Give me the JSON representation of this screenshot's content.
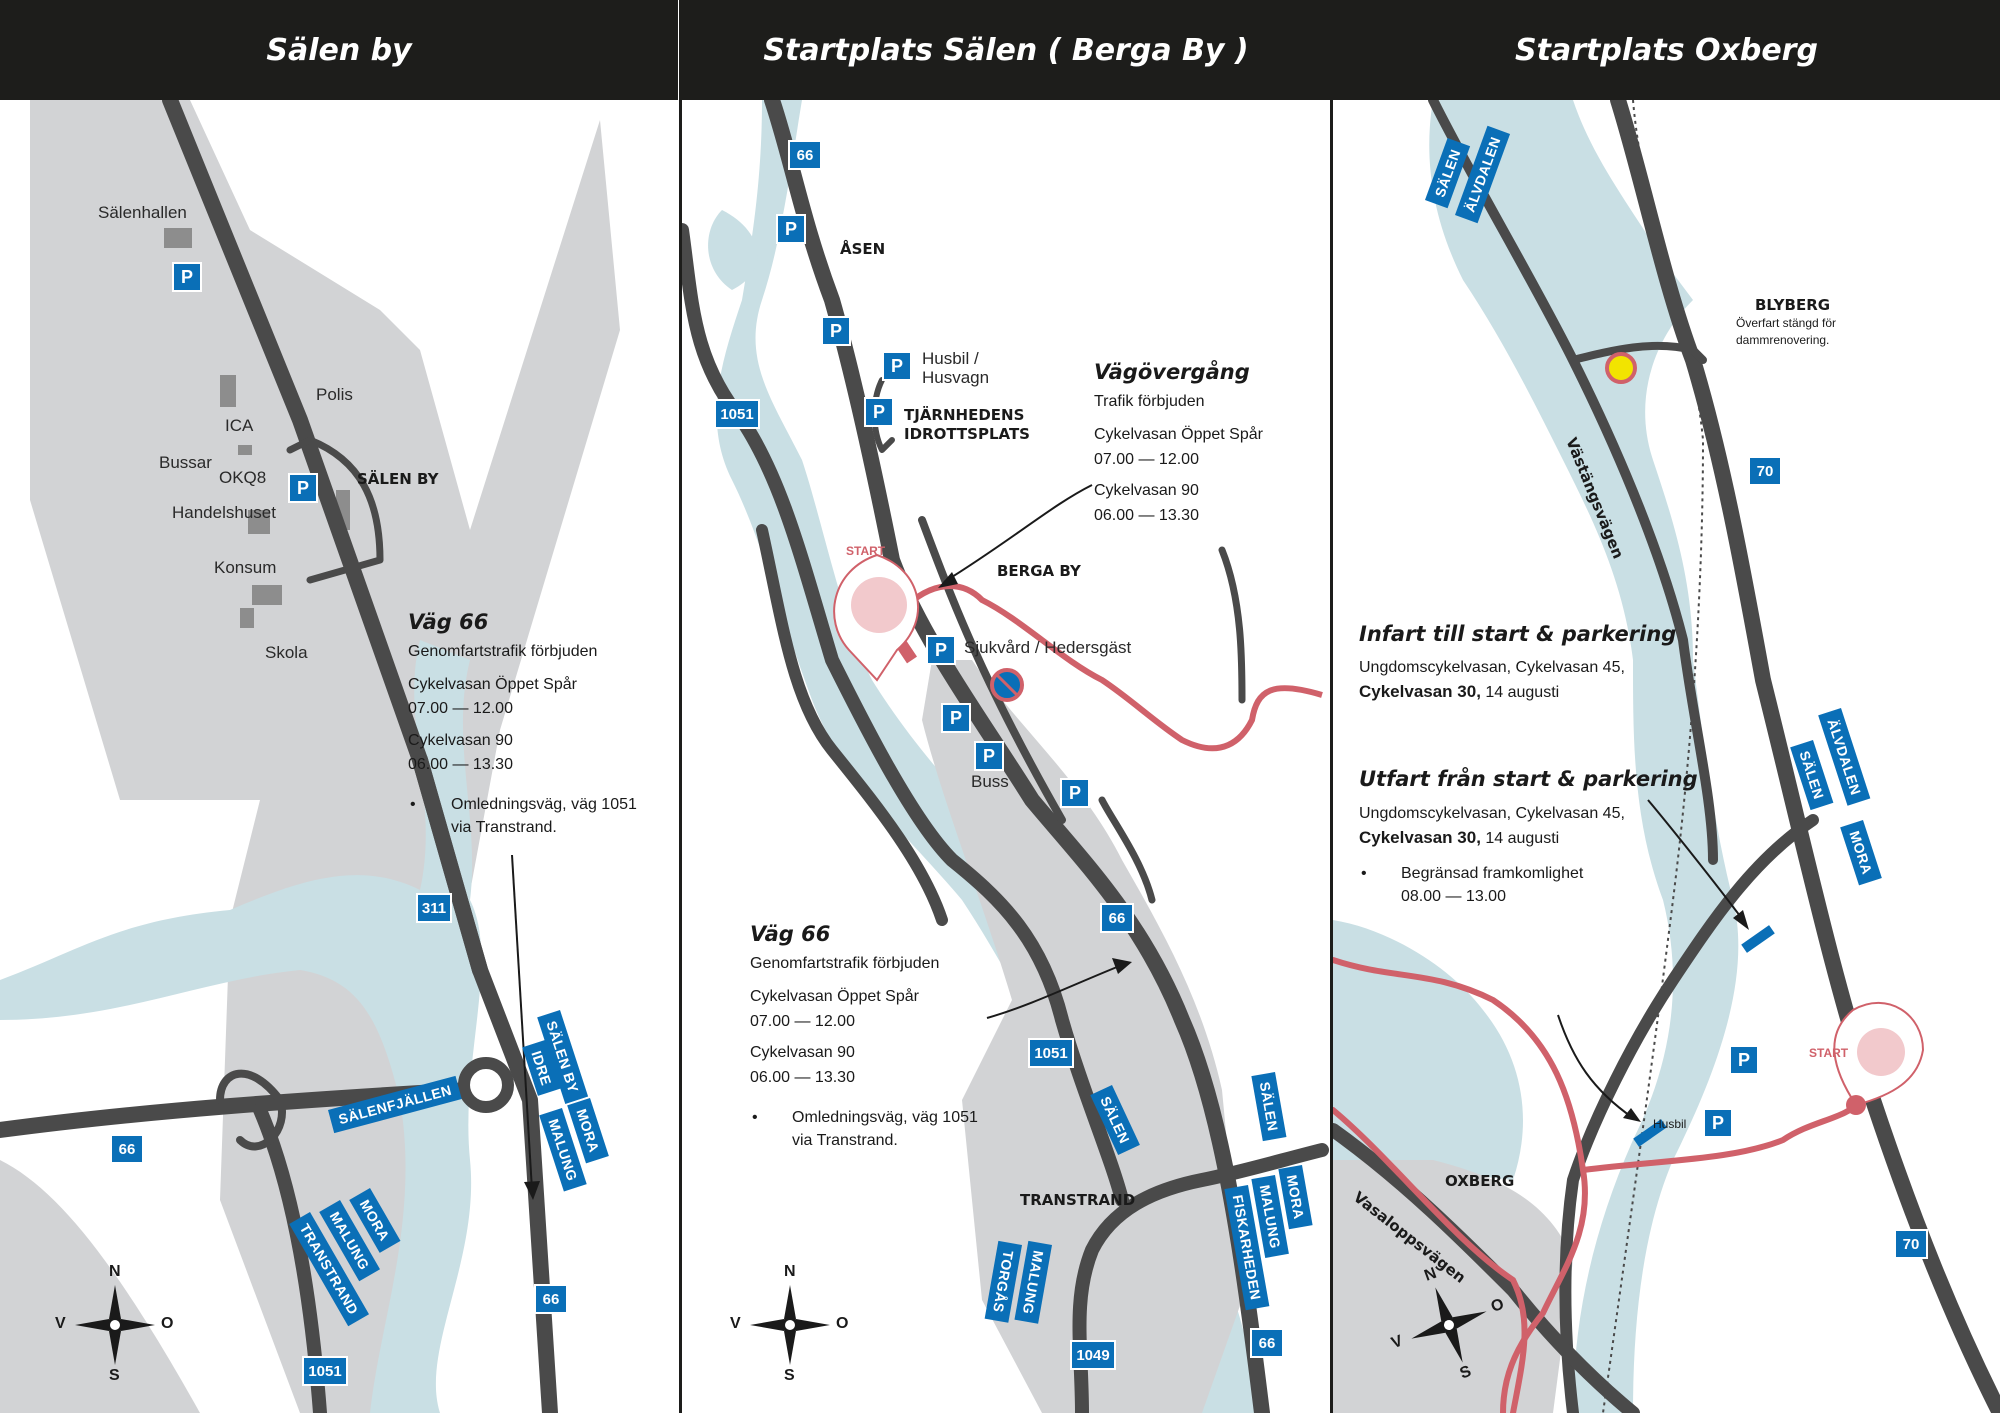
{
  "panels": {
    "salen_by": {
      "title": "Sälen by",
      "places": {
        "salenhallen": "Sälenhallen",
        "polis": "Polis",
        "ica": "ICA",
        "bussar": "Bussar",
        "okq8": "OKQ8",
        "salen_by": "SÄLEN BY",
        "handelshuset": "Handelshuset",
        "konsum": "Konsum",
        "skola": "Skola"
      },
      "info": {
        "title": "Väg 66",
        "subtitle": "Genomfartstrafik förbjuden",
        "event1": "Cykelvasan Öppet Spår",
        "time1": "07.00 — 12.00",
        "event2": "Cykelvasan 90",
        "time2": "06.00 — 13.30",
        "bullet": "•",
        "note_line1": "Omledningsväg, väg 1051",
        "note_line2": "via Transtrand."
      },
      "road_numbers": {
        "r311": "311",
        "r66_left": "66",
        "r66_bottom": "66",
        "r1051": "1051"
      },
      "signs": {
        "salenfjallen": "SÄLENFJÄLLEN",
        "idre": "IDRE",
        "salen_by": "SÄLEN BY",
        "mora": "MORA",
        "malung": "MALUNG",
        "mora2": "MORA",
        "malung2": "MALUNG",
        "transtrand": "TRANSTRAND"
      }
    },
    "berga_by": {
      "title": "Startplats Sälen ( Berga By )",
      "places": {
        "asen": "ÅSEN",
        "husbil": "Husbil /",
        "husvagn": "Husvagn",
        "tjarnheden1": "TJÄRNHEDENS",
        "tjarnheden2": "IDROTTSPLATS",
        "berga_by": "BERGA BY",
        "sjukvard": "Sjukvård / Hedersgäst",
        "buss": "Buss",
        "transtrand": "TRANSTRAND",
        "start": "START"
      },
      "crossing": {
        "title": "Vägövergång",
        "subtitle": "Trafik förbjuden",
        "event1": "Cykelvasan Öppet Spår",
        "time1": "07.00 — 12.00",
        "event2": "Cykelvasan 90",
        "time2": "06.00 — 13.30"
      },
      "info": {
        "title": "Väg 66",
        "subtitle": "Genomfartstrafik förbjuden",
        "event1": "Cykelvasan Öppet Spår",
        "time1": "07.00 — 12.00",
        "event2": "Cykelvasan 90",
        "time2": "06.00 — 13.30",
        "bullet": "•",
        "note_line1": "Omledningsväg, väg 1051",
        "note_line2": "via Transtrand."
      },
      "road_numbers": {
        "r66_top": "66",
        "r1051_left": "1051",
        "r66_mid": "66",
        "r1051_mid": "1051",
        "r1049": "1049",
        "r66_bottom": "66"
      },
      "signs": {
        "salen": "SÄLEN",
        "salen2": "SÄLEN",
        "mora": "MORA",
        "malung": "MALUNG",
        "fiskarheden": "FISKARHEDEN",
        "torgas": "TORGÅS",
        "malung2": "MALUNG"
      }
    },
    "oxberg": {
      "title": "Startplats Oxberg",
      "places": {
        "blyberg": "BLYBERG",
        "blyberg_note1": "Överfart stängd för",
        "blyberg_note2": "dammrenovering.",
        "vastangsvagen": "Västängsvägen",
        "oxberg": "OXBERG",
        "vasaloppsvagen": "Vasaloppsvägen",
        "husbil": "Husbil",
        "start": "START"
      },
      "info1": {
        "title": "Infart till start & parkering",
        "line1": "Ungdomscykelvasan, Cykelvasan 45,",
        "line2a": "Cykelvasan 30,",
        "line2b": " 14 augusti"
      },
      "info2": {
        "title": "Utfart från start & parkering",
        "line1": "Ungdomscykelvasan, Cykelvasan 45,",
        "line2a": "Cykelvasan 30,",
        "line2b": " 14 augusti",
        "bullet": "•",
        "note1": "Begränsad framkomlighet",
        "note2": "08.00 — 13.00"
      },
      "road_numbers": {
        "r70_top": "70",
        "r70_bottom": "70"
      },
      "signs": {
        "salen": "SÄLEN",
        "alvdalen": "ÄLVDALEN",
        "alvdalen2": "ÄLVDALEN",
        "salen2": "SÄLEN",
        "mora": "MORA"
      }
    }
  },
  "parking_label": "P",
  "compass": {
    "n": "N",
    "s": "S",
    "v": "V",
    "o": "O"
  },
  "colors": {
    "header": "#1d1d1b",
    "road": "#4a4a4a",
    "area": "#d2d3d5",
    "water": "#c9dfe4",
    "sign": "#0a6fb7",
    "route": "#d0616a"
  }
}
